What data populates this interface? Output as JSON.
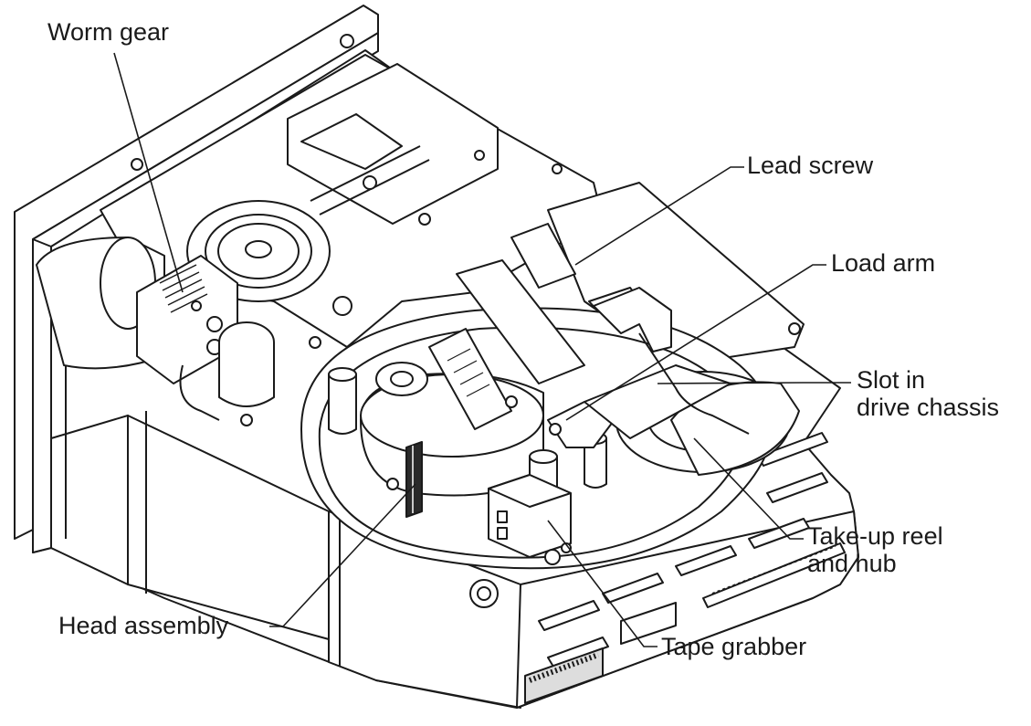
{
  "labels": {
    "worm_gear": "Worm gear",
    "lead_screw": "Lead screw",
    "load_arm": "Load arm",
    "slot_line1": "Slot in",
    "slot_line2": "drive chassis",
    "takeup_line1": "Take-up reel",
    "takeup_line2": "and hub",
    "head_assembly": "Head assembly",
    "tape_grabber": "Tape grabber"
  },
  "colors": {
    "line": "#1a1a1a",
    "fill": "#ffffff",
    "shade": "#9a9a9a",
    "dark": "#2a2a2a"
  }
}
